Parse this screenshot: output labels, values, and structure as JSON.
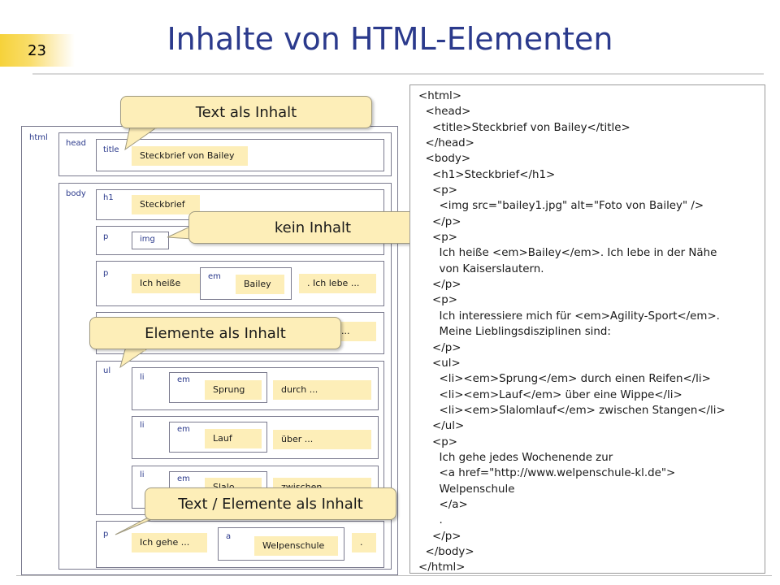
{
  "slide": {
    "page_number": "23",
    "title": "Inhalte von HTML-Elementen"
  },
  "tree": {
    "html": "html",
    "head": "head",
    "title_tag": "title",
    "title_text": "Steckbrief von Bailey",
    "body": "body",
    "h1_tag": "h1",
    "h1_text": "Steckbrief",
    "p1_tag": "p",
    "img_tag": "img",
    "p2_tag": "p",
    "p2_text1": "Ich heiße",
    "p2_em_tag": "em",
    "p2_em_text": "Bailey",
    "p2_text2": ". Ich lebe ...",
    "p3_text2": "...",
    "ul_tag": "ul",
    "li_tag": "li",
    "em_tag": "em",
    "li1_em_text": "Sprung",
    "li1_text": "durch ...",
    "li2_em_text": "Lauf",
    "li2_text": "über ...",
    "li3_em_text": "Slalo",
    "li3_text": "zwischen ...",
    "p4_tag": "p",
    "p4_text1": "Ich gehe ...",
    "a_tag": "a",
    "a_text": "Welpenschule",
    "p4_text2": "."
  },
  "callouts": {
    "text_content": "Text als Inhalt",
    "no_content": "kein Inhalt",
    "elements_content": "Elemente als Inhalt",
    "text_elements_content": "Text / Elemente als Inhalt"
  },
  "code_lines": [
    "<html>",
    "  <head>",
    "    <title>Steckbrief von Bailey</title>",
    "  </head>",
    "  <body>",
    "    <h1>Steckbrief</h1>",
    "    <p>",
    "      <img src=\"bailey1.jpg\" alt=\"Foto von Bailey\" />",
    "    </p>",
    "    <p>",
    "      Ich heiße <em>Bailey</em>. Ich lebe in der Nähe",
    "      von Kaiserslautern.",
    "    </p>",
    "    <p>",
    "      Ich interessiere mich für <em>Agility-Sport</em>.",
    "      Meine Lieblingsdisziplinen sind:",
    "    </p>",
    "    <ul>",
    "      <li><em>Sprung</em> durch einen Reifen</li>",
    "      <li><em>Lauf</em> über eine Wippe</li>",
    "      <li><em>Slalomlauf</em> zwischen Stangen</li>",
    "    </ul>",
    "    <p>",
    "      Ich gehe jedes Wochenende zur",
    "      <a href=\"http://www.welpenschule-kl.de\">",
    "      Welpenschule",
    "      </a>",
    "      .",
    "    </p>",
    "  </body>",
    "</html>"
  ],
  "colors": {
    "title": "#2b3a8c",
    "highlight": "#fdeeb8",
    "page_number_bg": "#f6d23a"
  }
}
